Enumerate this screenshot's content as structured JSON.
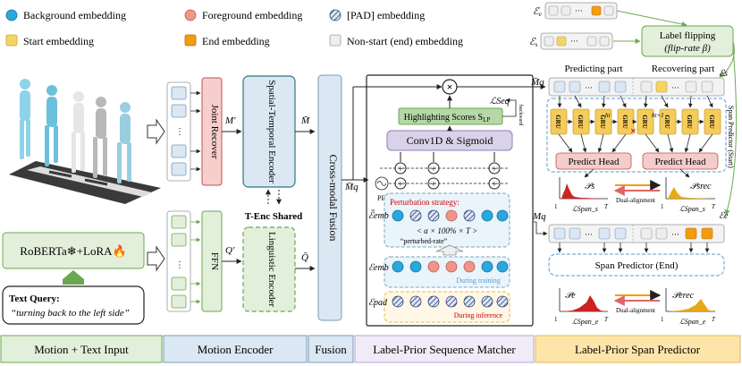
{
  "legend": {
    "background": "Background embedding",
    "foreground": "Foreground embedding",
    "pad": "[PAD] embedding",
    "start": "Start embedding",
    "end": "End embedding",
    "nonstart": "Non-start (end) embedding"
  },
  "flip": {
    "line1": "Label flipping",
    "line2": "(flip-rate β)",
    "e_s": "ℰs",
    "e_e": "ℰe"
  },
  "motion": {
    "joint_recover": "Joint Recover",
    "m_prime": "M′",
    "st_encoder": "Spatial-Temporal Encoder",
    "m_bar": "M̄",
    "tenc_shared": "T-Enc Shared",
    "ffn": "FFN",
    "q_prime": "Q′",
    "ling_encoder": "Linguistic Encoder",
    "q_bar": "Q̄"
  },
  "text_input": {
    "roberta": "RoBERTa❄+LoRA🔥",
    "query_title": "Text Query:",
    "query_text": "“turning back to the left side”"
  },
  "fusion": {
    "label": "Cross-modal Fusion"
  },
  "matcher": {
    "highlight": "Highlighting Scores S",
    "highlight_sub": "LP",
    "l_seq": "ℒSeq",
    "backward": "backward",
    "conv": "Conv1D & Sigmoid",
    "mq_bar": "M̄q",
    "pe": "PE",
    "perturb": "Perturbation  strategy:",
    "alpha": "< α × 100% × T >",
    "perturbed_rate": "“perturbed-rate”",
    "e_emb_tilde": "ℰ̃emb",
    "e_emb": "ℰemb",
    "e_pad": "ℰpad",
    "during_training": "During  training",
    "during_inference": "During  inference"
  },
  "span": {
    "predicting": "Predicting part",
    "recovering": "Recovering part",
    "gru": "GRU",
    "h_t": "ht",
    "h_t1": "ht+1",
    "predict_head": "Predict Head",
    "span_start": "Span Predictor (Start)",
    "span_end": "Span Predictor (End)",
    "mq": "Mq",
    "p_s": "𝒫s",
    "p_s_rec": "𝒫srec",
    "p_e": "𝒫e",
    "p_e_rec": "𝒫erec",
    "l_span_s": "ℒSpan_s",
    "l_span_e": "ℒSpan_e",
    "dual": "Dual-alignment",
    "one": "1",
    "T": "T"
  },
  "bottom": {
    "motion_text": "Motion + Text Input",
    "motion_encoder": "Motion Encoder",
    "fusion": "Fusion",
    "matcher": "Label-Prior  Sequence  Matcher",
    "span": "Label-Prior Span Predictor"
  },
  "colors": {
    "background_dot": "#29a8df",
    "foreground_dot": "#f1948a",
    "start_sq": "#f6d365",
    "end_sq": "#f39c12",
    "green_box": "#e2efda",
    "blue_box": "#dbe7f3",
    "pink_box": "#f8cecc",
    "gru": "#f5cc5a",
    "predict_head": "#f4cccc"
  }
}
